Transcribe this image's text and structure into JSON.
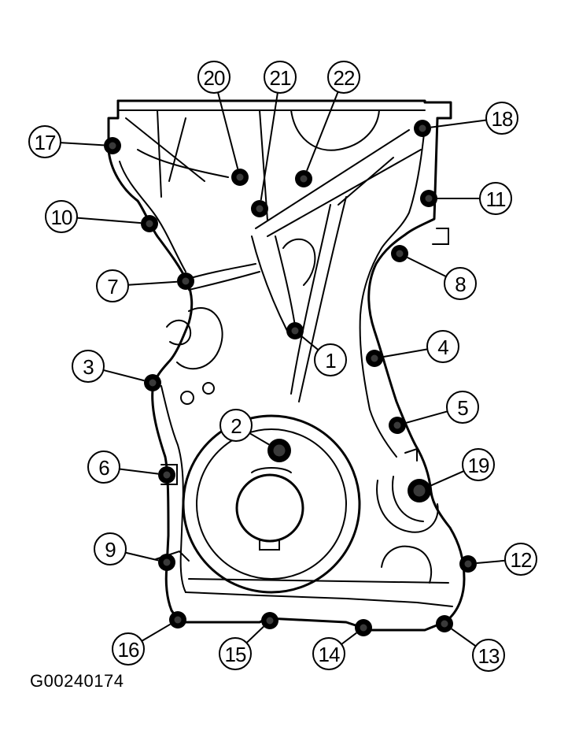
{
  "reference_code": "G00240174",
  "callouts": [
    {
      "id": "1",
      "label": "1"
    },
    {
      "id": "2",
      "label": "2"
    },
    {
      "id": "3",
      "label": "3"
    },
    {
      "id": "4",
      "label": "4"
    },
    {
      "id": "5",
      "label": "5"
    },
    {
      "id": "6",
      "label": "6"
    },
    {
      "id": "7",
      "label": "7"
    },
    {
      "id": "8",
      "label": "8"
    },
    {
      "id": "9",
      "label": "9"
    },
    {
      "id": "10",
      "label": "10"
    },
    {
      "id": "11",
      "label": "11"
    },
    {
      "id": "12",
      "label": "12"
    },
    {
      "id": "13",
      "label": "13"
    },
    {
      "id": "14",
      "label": "14"
    },
    {
      "id": "15",
      "label": "15"
    },
    {
      "id": "16",
      "label": "16"
    },
    {
      "id": "17",
      "label": "17"
    },
    {
      "id": "18",
      "label": "18"
    },
    {
      "id": "19",
      "label": "19"
    },
    {
      "id": "20",
      "label": "20"
    },
    {
      "id": "21",
      "label": "21"
    },
    {
      "id": "22",
      "label": "22"
    }
  ]
}
